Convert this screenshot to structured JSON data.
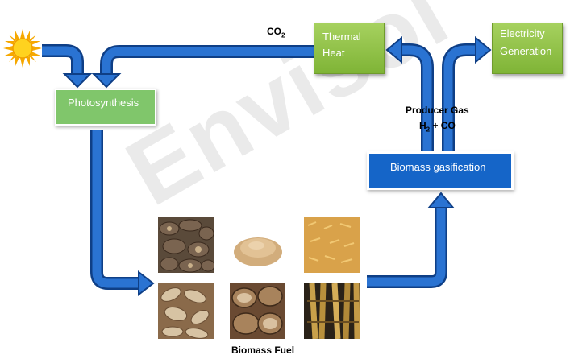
{
  "watermark": "Envisol",
  "nodes": {
    "photosynthesis": "Photosynthesis",
    "thermal_heat_line1": "Thermal",
    "thermal_heat_line2": "Heat",
    "electricity_line1": "Electricity",
    "electricity_line2": "Generation",
    "biomass_gasification": "Biomass gasification"
  },
  "labels": {
    "co2_main": "CO",
    "co2_sub": "2",
    "producer_gas": "Producer Gas",
    "h2": "H",
    "h2_sub": "2",
    "plus_co": " + CO",
    "biomass_fuel": "Biomass Fuel"
  },
  "colors": {
    "arrow_blue": "#1d5fb8",
    "node_green": "#8cc044",
    "node_blue": "#1565c8"
  },
  "fuel_images": [
    "wood-chunks",
    "sawdust",
    "rice-husk",
    "groundnut-shells",
    "coconut-shells",
    "bamboo"
  ]
}
